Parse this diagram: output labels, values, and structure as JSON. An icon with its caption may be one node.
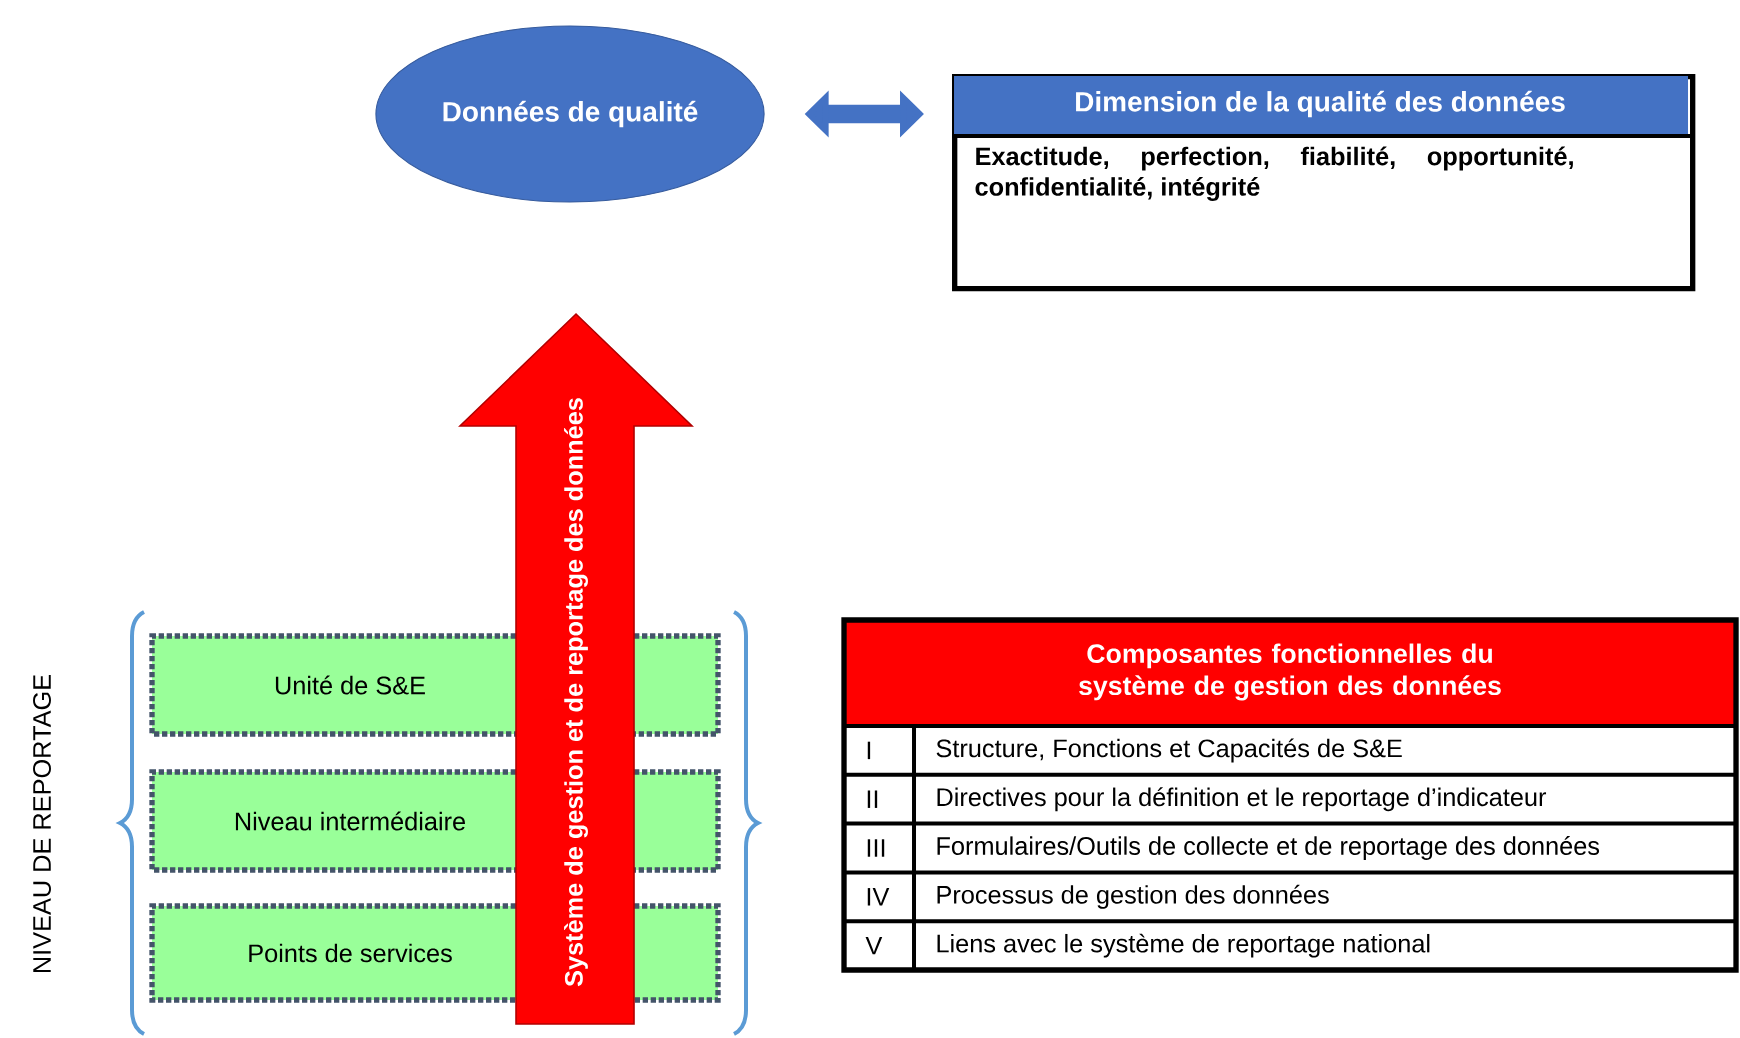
{
  "diagram": {
    "nodes": [
      {
        "text": [
          "Données de qualité"
        ]
      },
      {
        "text": [
          "Dimension de la qualité des données",
          "Exactitude, perfection, fiabilité, opportunité, confidentialité, intégrité"
        ]
      },
      {
        "text": [
          "Système de gestion et de reportage des données"
        ]
      },
      {
        "text": [
          "Unité de S&E"
        ]
      },
      {
        "text": [
          "Niveau intermédiaire"
        ]
      },
      {
        "text": [
          "Points de services"
        ]
      },
      {
        "text": [
          "Composantes fonctionnelles du système de gestion des données"
        ]
      }
    ],
    "edges": [
      {
        "from": 0,
        "to": 1,
        "arrow": "both"
      }
    ],
    "labels": [
      "NIVEAU DE REPORTAGE",
      "I",
      "Structure, Fonctions et Capacités de S&E",
      "II",
      "Directives pour la définition et le reportage d’indicateur",
      "III",
      "Formulaires/Outils de collecte et de reportage des données",
      "IV",
      "Processus de gestion des données",
      "V",
      "Liens avec le système de reportage national"
    ]
  }
}
